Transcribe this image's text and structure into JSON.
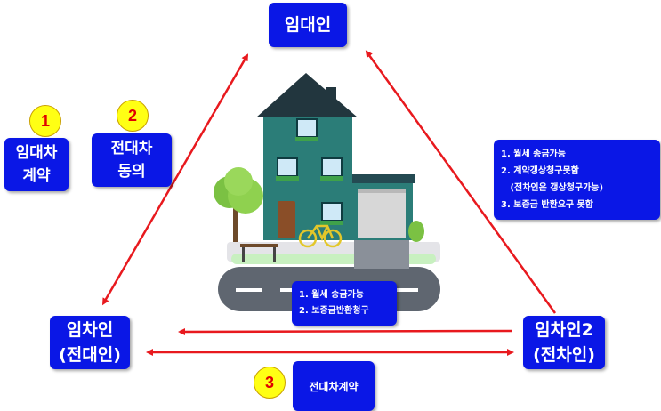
{
  "nodes": {
    "landlord": "임대인",
    "tenant_line1": "임차인",
    "tenant_line2": "(전대인)",
    "subtenant_line1": "임차인2",
    "subtenant_line2": "(전차인)"
  },
  "steps": [
    {
      "number": "1",
      "line1": "임대차",
      "line2": "계약"
    },
    {
      "number": "2",
      "line1": "전대차",
      "line2": "동의"
    },
    {
      "number": "3",
      "line1": "전대차계약"
    }
  ],
  "notes": {
    "right_box": [
      "1. 월세 송금가능",
      "2. 계약갱상청구못함",
      "   (전차인은 갱상청구가능)",
      "3. 보증금 반환요구 못함"
    ],
    "center_box": [
      "1. 월세 송금가능",
      "2. 보증금반환청구"
    ]
  },
  "colors": {
    "box_fill": "#0a17e6",
    "arrow": "#e8191e",
    "badge_fill": "#ffff14",
    "badge_text": "#e00000"
  },
  "icons": [
    "house-illustration",
    "tree-icon",
    "bicycle-icon",
    "bench-icon",
    "garage-icon"
  ]
}
